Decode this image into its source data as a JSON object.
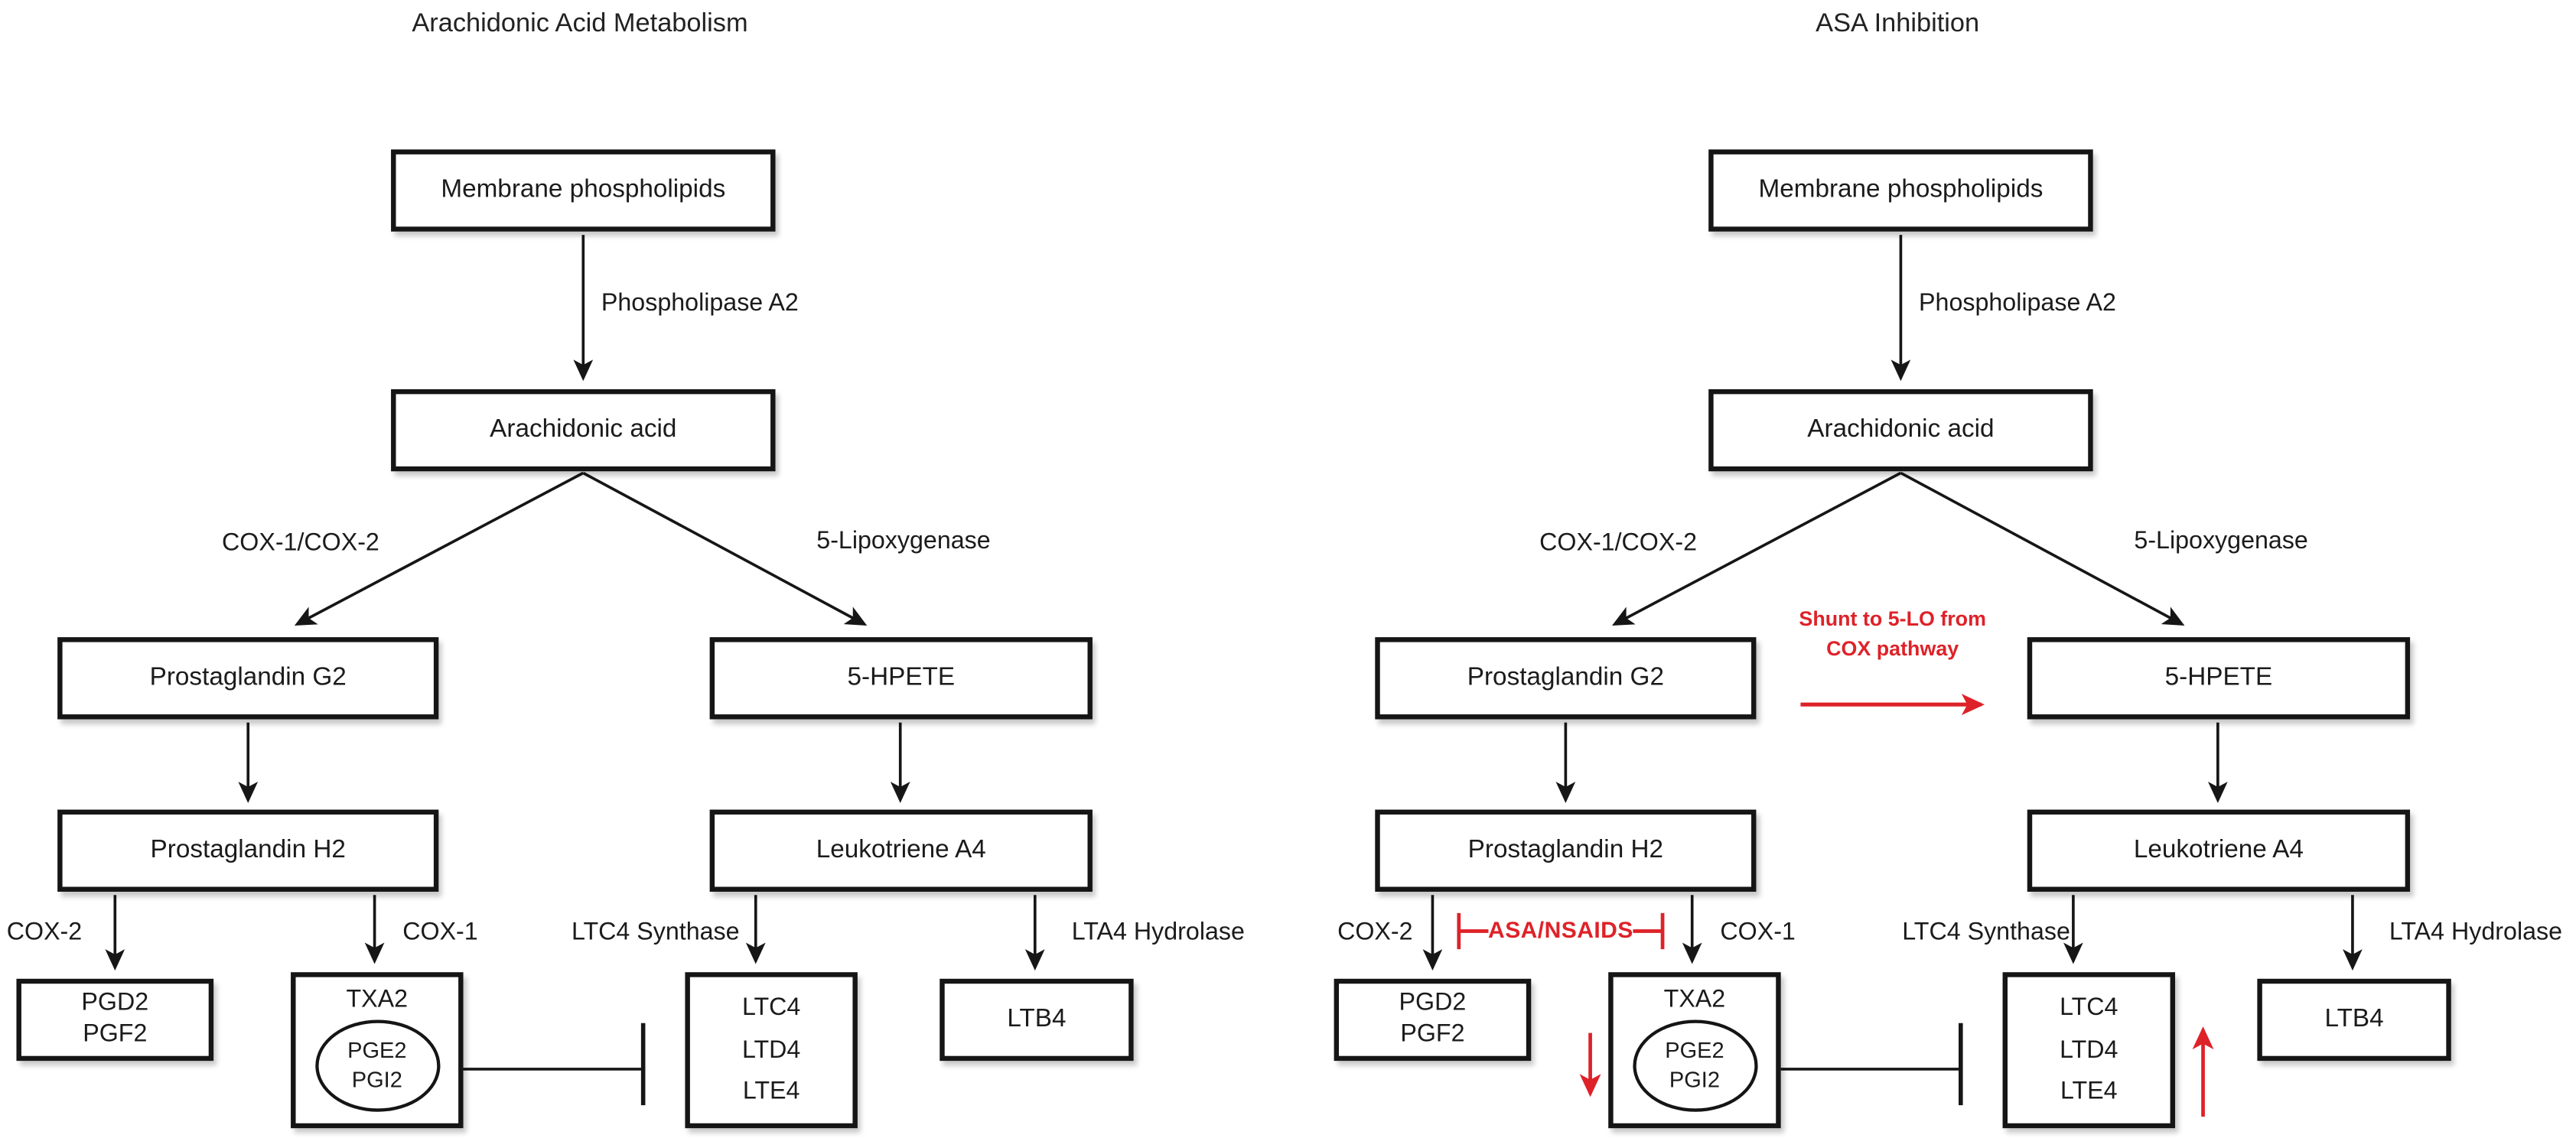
{
  "left": {
    "title": "Arachidonic Acid Metabolism"
  },
  "right": {
    "title": "ASA Inhibition",
    "shunt_line1": "Shunt to 5-LO from",
    "shunt_line2": "COX pathway",
    "asa_label": "ASA/NSAIDS"
  },
  "shared": {
    "boxes": {
      "membrane": "Membrane phospholipids",
      "arachidonic": "Arachidonic acid",
      "pgg2": "Prostaglandin G2",
      "hpete": "5-HPETE",
      "pgh2": "Prostaglandin H2",
      "leukotriene_a4": "Leukotriene A4",
      "pgd2": "PGD2",
      "pgf2": "PGF2",
      "txa2": "TXA2",
      "pge2": "PGE2",
      "pgi2": "PGI2",
      "ltc4": "LTC4",
      "ltd4": "LTD4",
      "lte4": "LTE4",
      "ltb4": "LTB4"
    },
    "labels": {
      "phospholipase": "Phospholipase A2",
      "cox1_cox2": "COX-1/COX-2",
      "lipoxygenase": "5-Lipoxygenase",
      "cox2": "COX-2",
      "cox1": "COX-1",
      "ltc4_synthase": "LTC4 Synthase",
      "lta4_hydrolase": "LTA4 Hydrolase"
    }
  },
  "colors": {
    "annotation_red": "#de2229",
    "line_black": "#161616",
    "box_border": "#151515"
  }
}
